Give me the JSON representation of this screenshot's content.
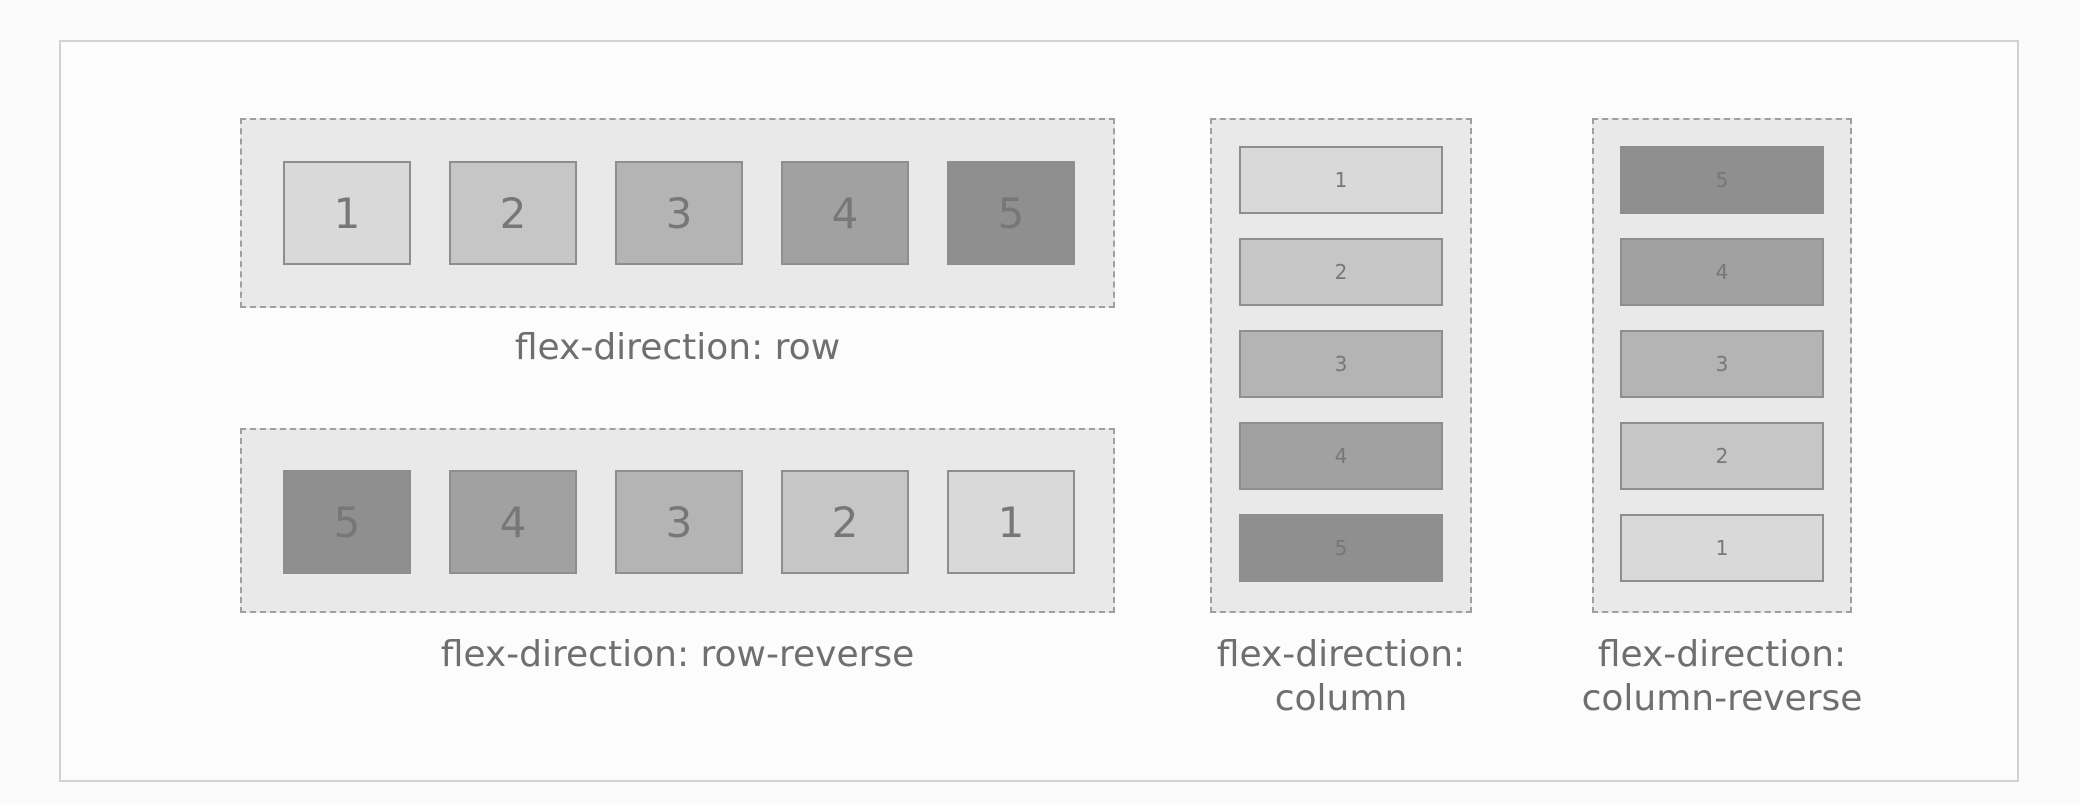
{
  "diagram": {
    "row": {
      "items": [
        "1",
        "2",
        "3",
        "4",
        "5"
      ],
      "caption": "flex-direction: row"
    },
    "row_reverse": {
      "items": [
        "5",
        "4",
        "3",
        "2",
        "1"
      ],
      "caption": "flex-direction: row-reverse"
    },
    "column": {
      "items": [
        "1",
        "2",
        "3",
        "4",
        "5"
      ],
      "caption_line1": "flex-direction:",
      "caption_line2": "column"
    },
    "column_reverse": {
      "items": [
        "5",
        "4",
        "3",
        "2",
        "1"
      ],
      "caption_line1": "flex-direction:",
      "caption_line2": "column-reverse"
    }
  }
}
